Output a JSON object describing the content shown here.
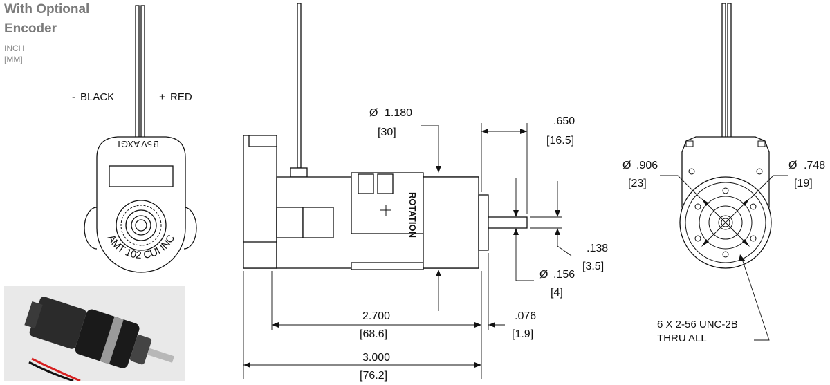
{
  "header": {
    "title_line1": "With Optional",
    "title_line2": "Encoder",
    "unit1": "INCH",
    "unit2": "[MM]"
  },
  "encoder_view": {
    "black_label": "BLACK",
    "black_sign": "-",
    "red_label": "RED",
    "red_sign": "+",
    "pins": [
      "B",
      "5V",
      "A",
      "X",
      "G",
      "T"
    ],
    "brand_text": "AMT 102  CUI INC"
  },
  "side_view": {
    "rotation_text": "ROTATION",
    "dims": {
      "dia_body": {
        "sym": "Ø",
        "in": "1.180",
        "mm": "[30]"
      },
      "shaft_len": {
        "in": ".650",
        "mm": "[16.5]"
      },
      "flat": {
        "in": ".138",
        "mm": "[3.5]"
      },
      "dia_shaft": {
        "sym": "Ø",
        "in": ".156",
        "mm": "[4]"
      },
      "body_len": {
        "in": "2.700",
        "mm": "[68.6]"
      },
      "pilot": {
        "in": ".076",
        "mm": "[1.9]"
      },
      "overall": {
        "in": "3.000",
        "mm": "[76.2]"
      }
    }
  },
  "end_view": {
    "dia_bolt": {
      "sym": "Ø",
      "in": ".906",
      "mm": "[23]"
    },
    "dia_pilot": {
      "sym": "Ø",
      "in": ".748",
      "mm": "[19]"
    },
    "holes_line1": "6 X 2-56 UNC-2B",
    "holes_line2": "THRU ALL"
  },
  "colors": {
    "line": "#111111",
    "title": "#7b7b7b",
    "photo_bg": "#e9e9e9",
    "wire_red": "#d62020"
  }
}
